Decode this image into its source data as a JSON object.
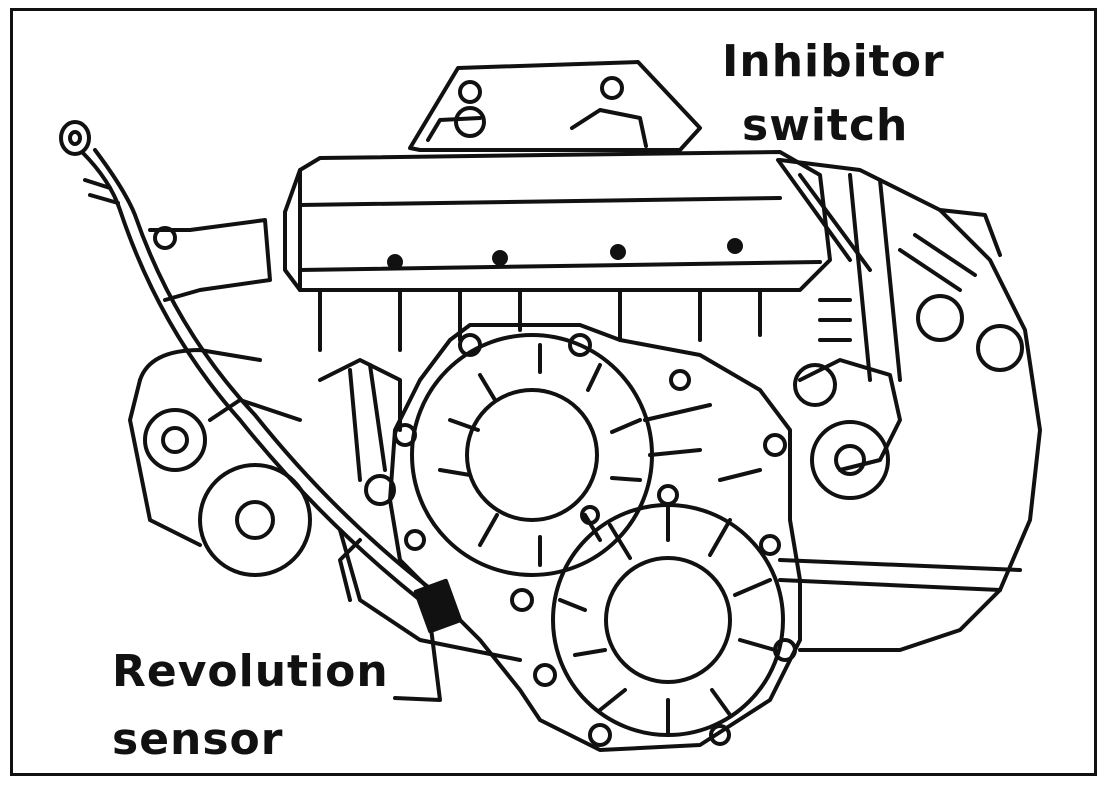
{
  "labels": {
    "inhibitor_switch": {
      "line1": "Inhibitor",
      "line2": "switch"
    },
    "revolution_sensor": {
      "line1": "Revolution",
      "line2": "sensor"
    }
  },
  "colors": {
    "ink": "#111111",
    "paper": "#ffffff"
  }
}
